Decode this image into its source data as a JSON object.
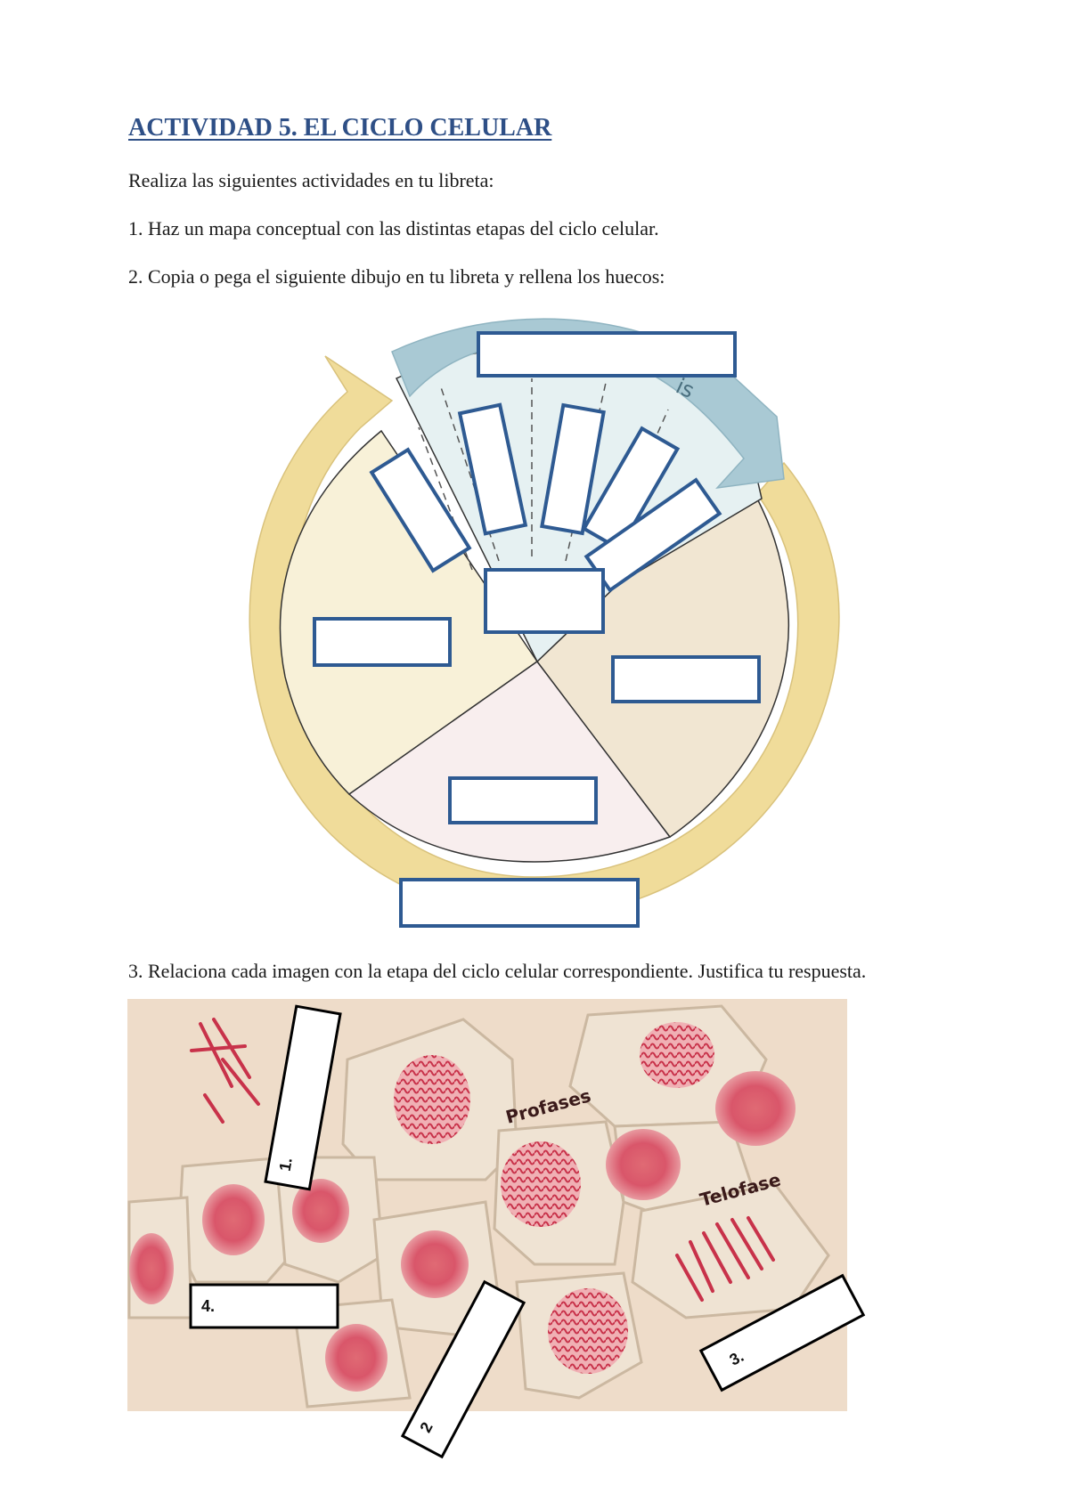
{
  "title": "ACTIVIDAD 5. EL CICLO CELULAR",
  "intro": "Realiza las siguientes actividades en tu libreta:",
  "questions": [
    "1. Haz un mapa conceptual con las distintas etapas del ciclo celular.",
    "2. Copia o pega el siguiente dibujo en tu libreta y rellena los huecos:",
    "3. Relaciona cada imagen con la etapa del ciclo celular correspondiente. Justifica tu respuesta."
  ],
  "diagram": {
    "arc_partial_text": "is",
    "colors": {
      "box_border": "#2e5a92",
      "cycle_arrow": "#f0dc9a",
      "mitosis_arrow": "#a9c9d4",
      "sector_g1": "#f8f1d8",
      "sector_g2": "#f1e6d2",
      "sector_s": "#f8eeee",
      "mitosis_sector": "#e6f1f2"
    }
  },
  "photo": {
    "labels": {
      "profases": "Profases",
      "telofase": "Telofase"
    },
    "boxes": [
      "1.",
      "2",
      "3.",
      "4."
    ]
  }
}
